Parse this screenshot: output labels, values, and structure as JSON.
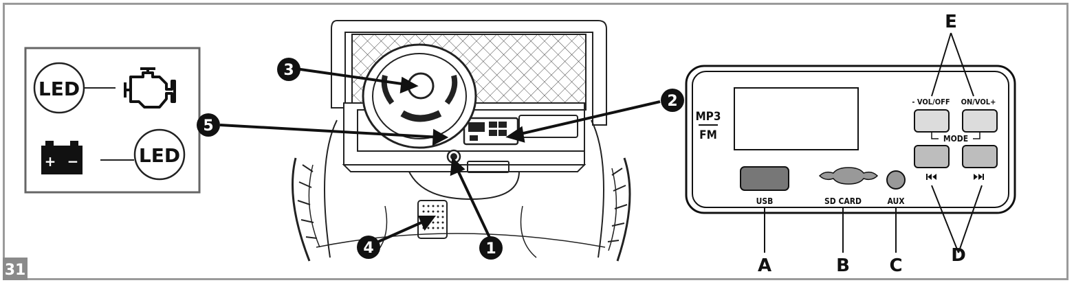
{
  "figure_number": "31",
  "legend": {
    "row1": {
      "badge": "LED",
      "icon": "engine-check-icon"
    },
    "row2": {
      "badge": "LED",
      "icon": "battery-icon",
      "battery_plus": "+",
      "battery_minus": "−"
    }
  },
  "callouts": [
    "1",
    "2",
    "3",
    "4",
    "5"
  ],
  "panel": {
    "mp3": "MP3",
    "fm": "FM",
    "vol_off": "- VOL/OFF",
    "on_vol": "ON/VOL+",
    "mode": "MODE",
    "usb": "USB",
    "sd_card": "SD CARD",
    "aux": "AUX",
    "prev_icon": "previous-track-icon",
    "next_icon": "next-track-icon"
  },
  "letters": {
    "a": "A",
    "b": "B",
    "c": "C",
    "d": "D",
    "e": "E"
  }
}
